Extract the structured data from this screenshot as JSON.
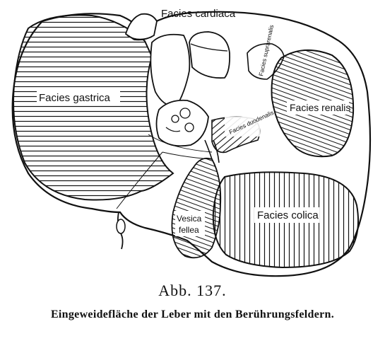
{
  "figure": {
    "labels": {
      "facies_cardiaca": "Facies cardiaca",
      "facies_gastrica": "Facies gastrica",
      "facies_suprarenalis": "Facies suprarenalis",
      "facies_renalis": "Facies renalis",
      "facies_duodenalis": "Facies duodenalis",
      "vesica_fellea_line1": "Vesica",
      "vesica_fellea_line2": "fellea",
      "facies_colica": "Facies colica"
    }
  },
  "caption": {
    "number": "Abb. 137.",
    "text": "Eingeweidefläche der Leber mit den Berührungsfeldern."
  }
}
